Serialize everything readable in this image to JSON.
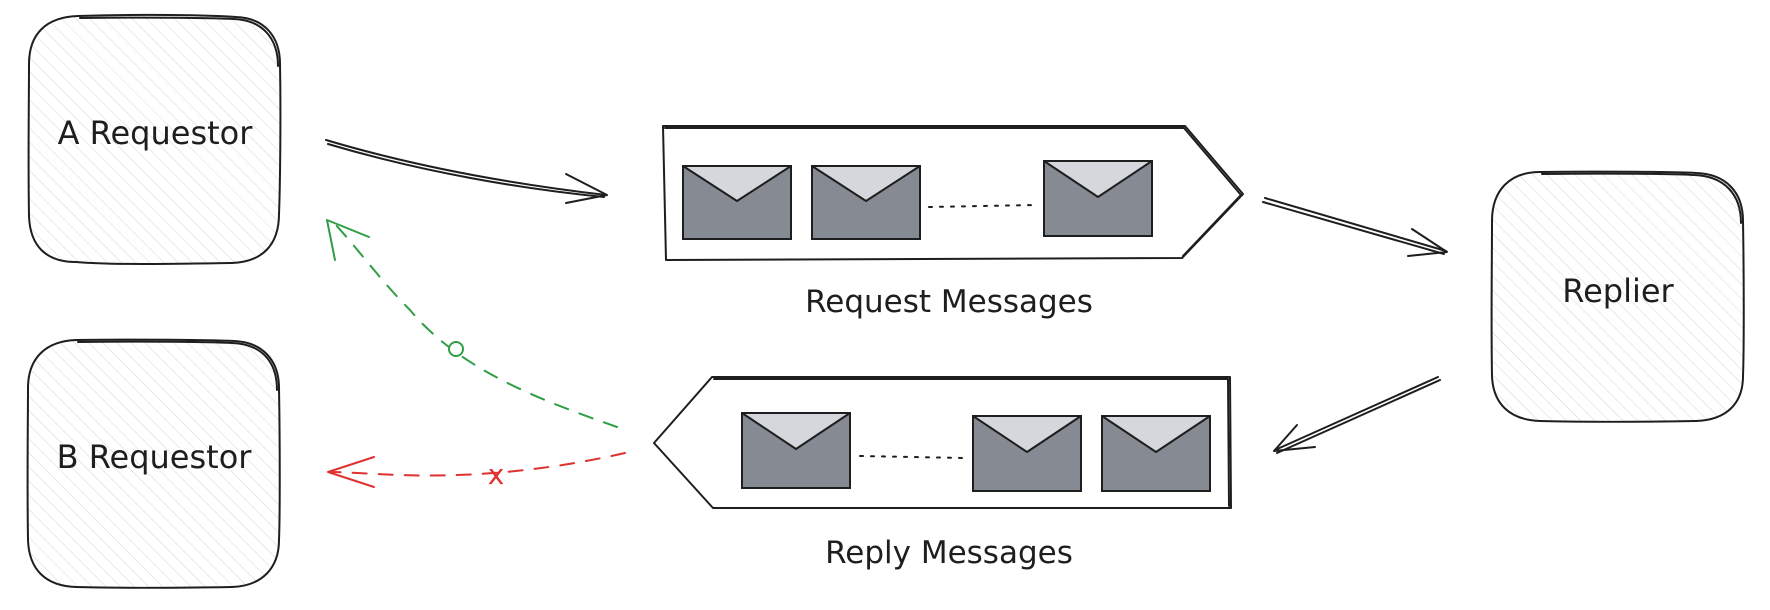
{
  "nodes": {
    "requestor_a": "A Requestor",
    "requestor_b": "B Requestor",
    "replier": "Replier"
  },
  "queues": {
    "request_label": "Request Messages",
    "reply_label": "Reply Messages"
  },
  "flows": {
    "success_mark": "o",
    "fail_mark": "x"
  },
  "colors": {
    "stroke": "#1e1e1e",
    "queue_fill": "#eaeaea",
    "envelope_body": "#868b93",
    "envelope_flap": "#d4d7db",
    "success": "#2f9e44",
    "failure": "#e03131"
  }
}
